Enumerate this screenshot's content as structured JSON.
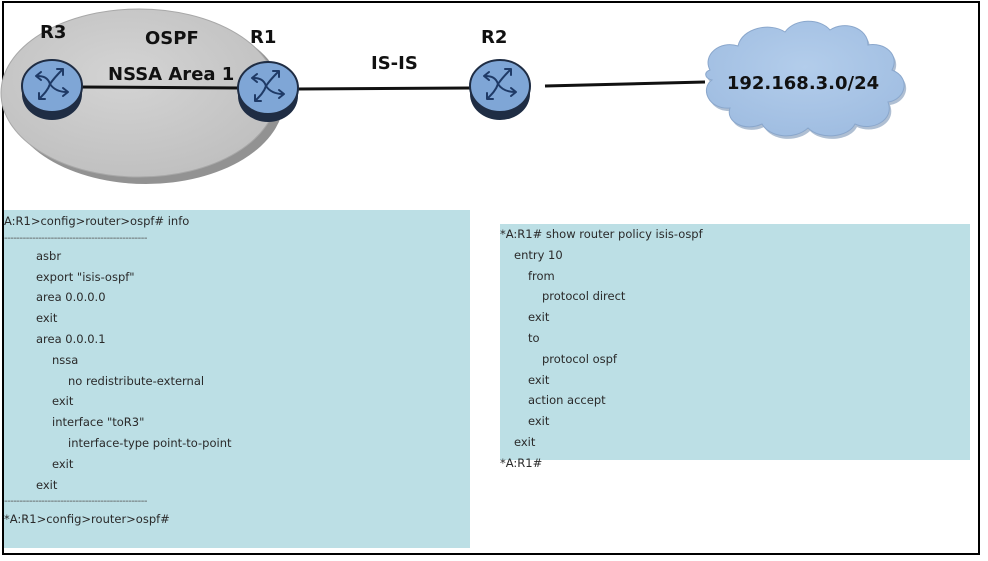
{
  "diagram": {
    "area": {
      "protocol_label": "OSPF",
      "area_label": "NSSA Area 1",
      "fill_color": "#c8c8c8"
    },
    "routers": [
      {
        "id": "r3",
        "label": "R3"
      },
      {
        "id": "r1",
        "label": "R1"
      },
      {
        "id": "r2",
        "label": "R2"
      }
    ],
    "links": [
      {
        "from": "R3",
        "to": "R1",
        "label": ""
      },
      {
        "from": "R1",
        "to": "R2",
        "label": "IS-IS"
      },
      {
        "from": "R2",
        "to": "cloud",
        "label": ""
      }
    ],
    "cloud": {
      "label": "192.168.3.0/24",
      "fill_color": "#a9c6e8"
    },
    "router_color": "#7fa6d6",
    "router_dark": "#1f2d44"
  },
  "left_terminal": {
    "prompt": "A:R1>config>router>ospf# info",
    "separator": "----------------------------------------------",
    "lines": [
      {
        "indent": 2,
        "text": "asbr"
      },
      {
        "indent": 2,
        "text": "export \"isis-ospf\""
      },
      {
        "indent": 2,
        "text": "area 0.0.0.0"
      },
      {
        "indent": 2,
        "text": "exit"
      },
      {
        "indent": 2,
        "text": "area 0.0.0.1"
      },
      {
        "indent": 3,
        "text": "nssa"
      },
      {
        "indent": 4,
        "text": "no redistribute-external"
      },
      {
        "indent": 3,
        "text": "exit"
      },
      {
        "indent": 3,
        "text": "interface \"toR3\""
      },
      {
        "indent": 4,
        "text": "interface-type point-to-point"
      },
      {
        "indent": 3,
        "text": "exit"
      },
      {
        "indent": 2,
        "text": "exit"
      }
    ],
    "end_prompt": "*A:R1>config>router>ospf#"
  },
  "right_terminal": {
    "prompt": "*A:R1# show router policy isis-ospf",
    "lines": [
      {
        "indent": 1,
        "text": "entry 10"
      },
      {
        "indent": 2,
        "text": "from"
      },
      {
        "indent": 3,
        "text": "protocol direct"
      },
      {
        "indent": 2,
        "text": "exit"
      },
      {
        "indent": 2,
        "text": "to"
      },
      {
        "indent": 3,
        "text": "protocol ospf"
      },
      {
        "indent": 2,
        "text": "exit"
      },
      {
        "indent": 2,
        "text": "action accept"
      },
      {
        "indent": 2,
        "text": "exit"
      },
      {
        "indent": 1,
        "text": "exit"
      }
    ],
    "end_prompt": "*A:R1#"
  }
}
